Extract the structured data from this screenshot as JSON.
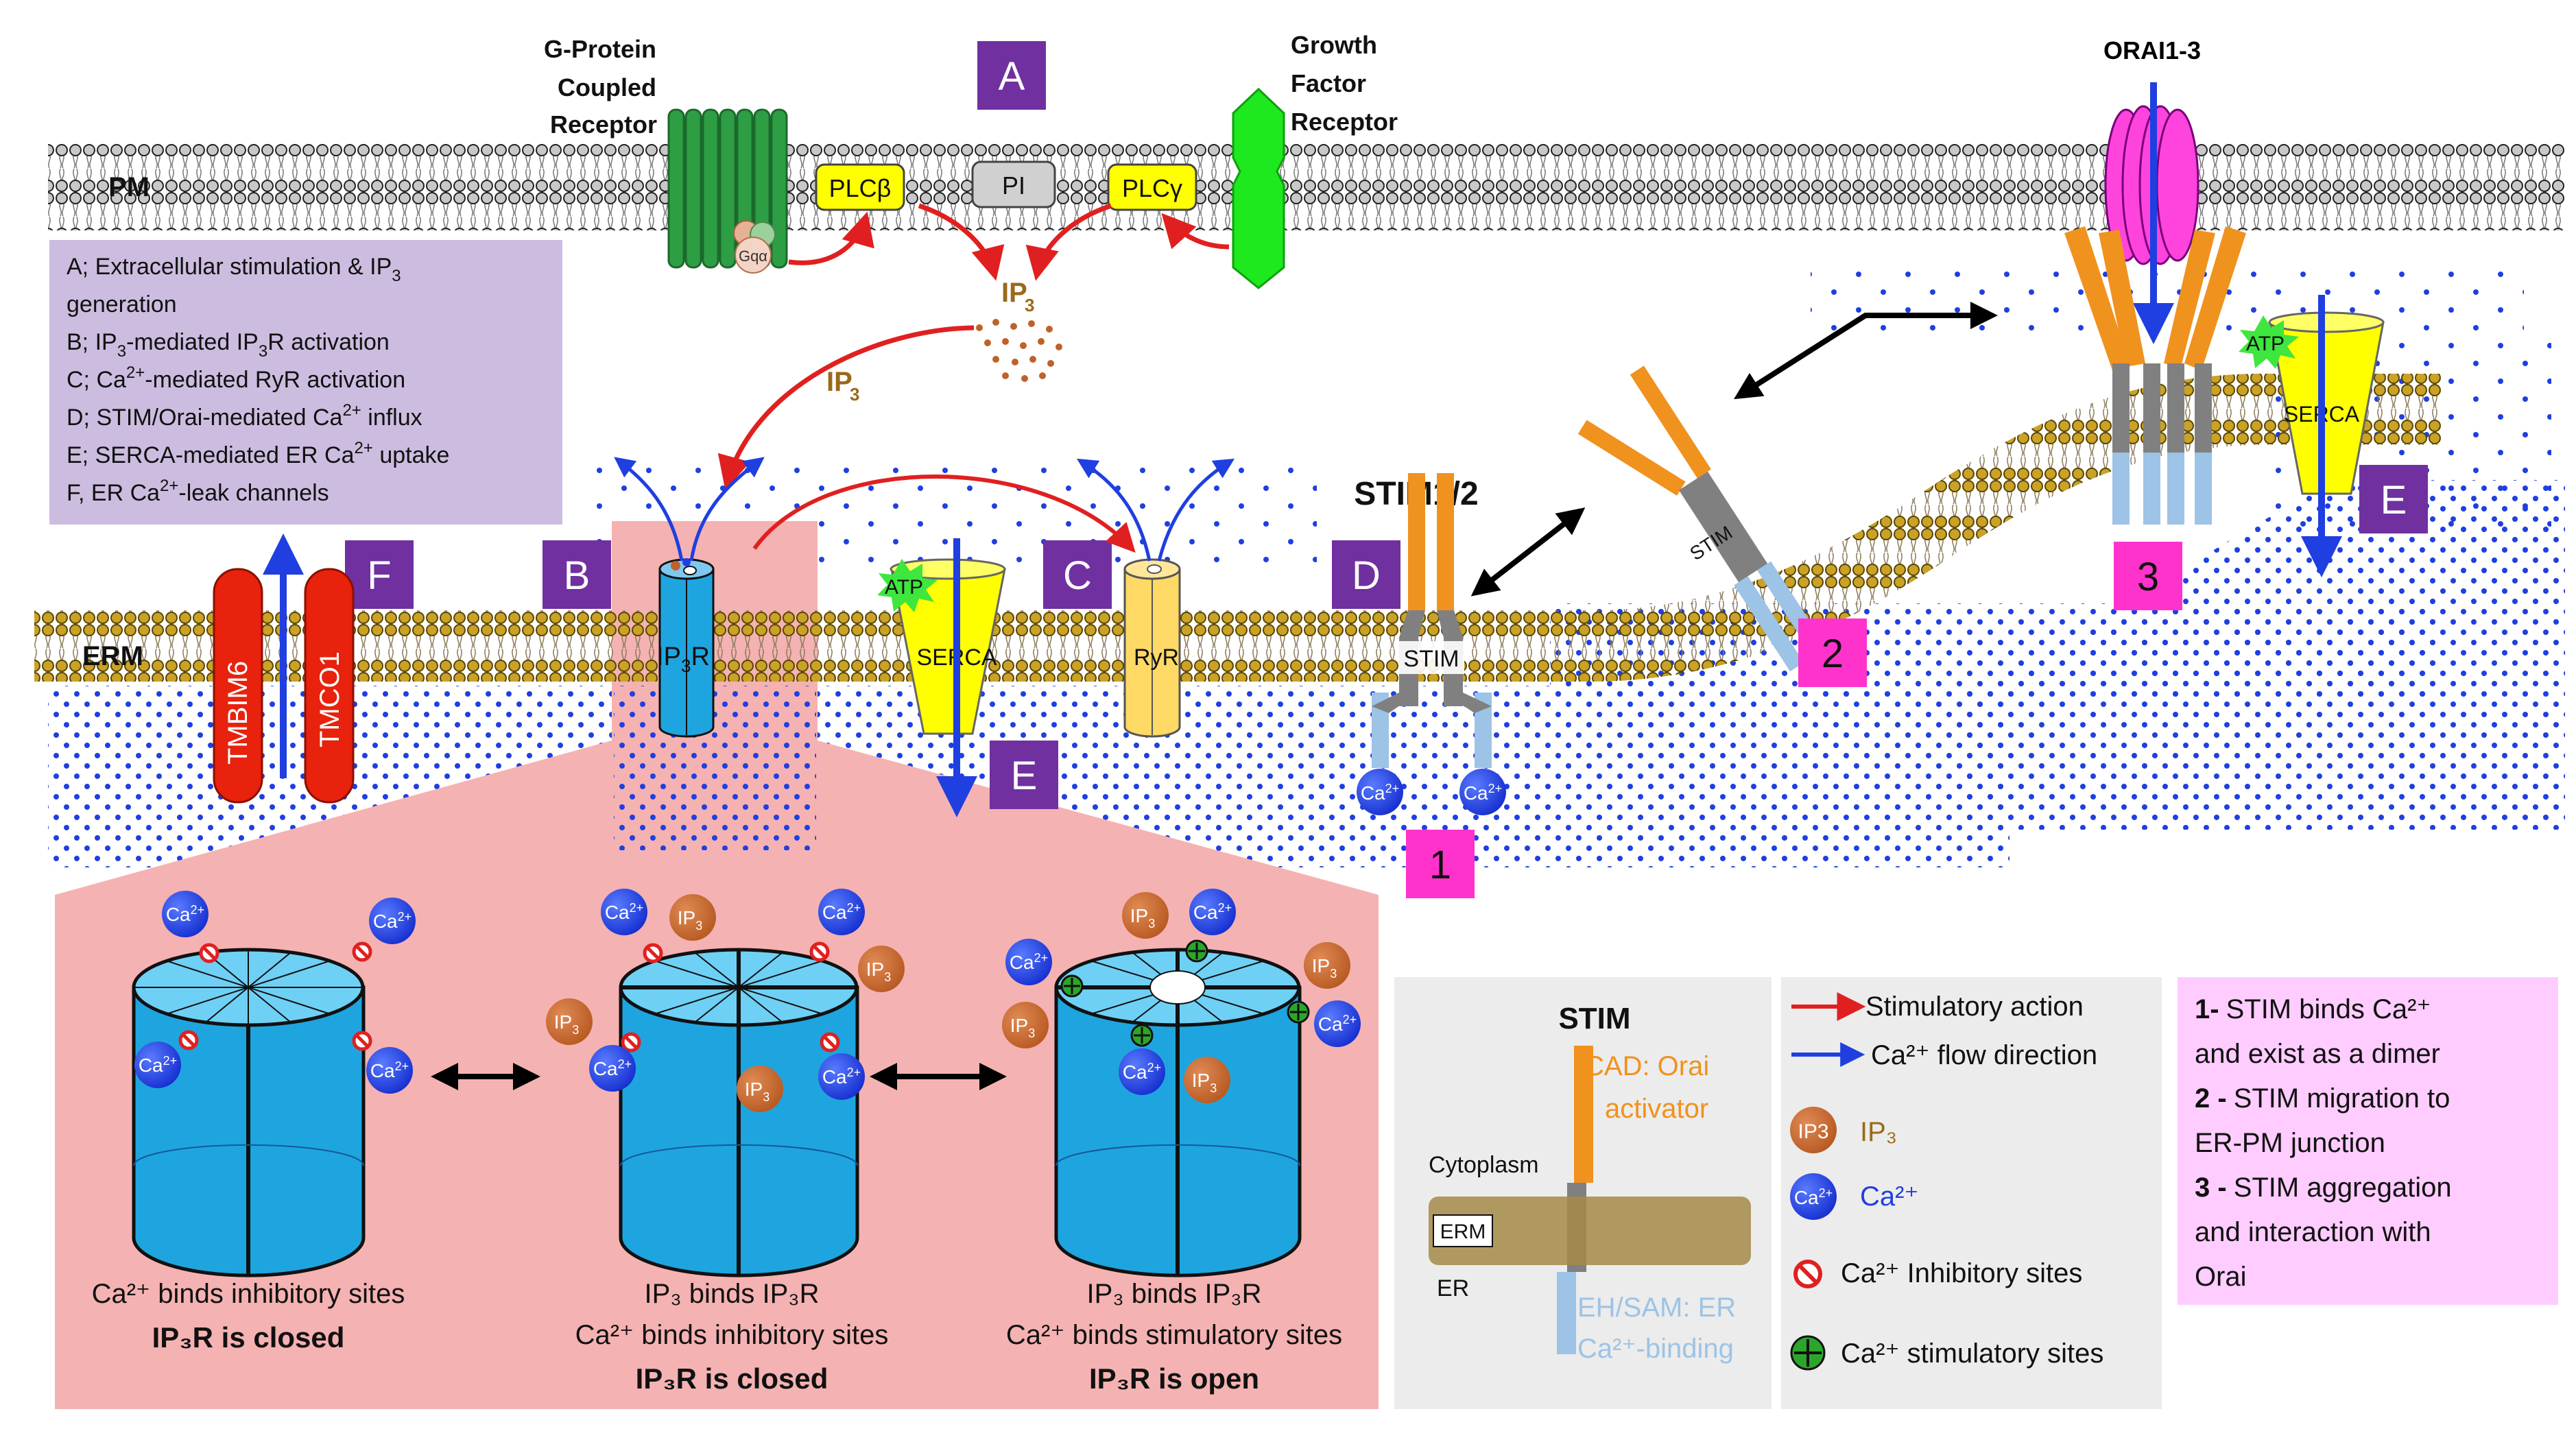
{
  "labels": {
    "gpcr": [
      "G-Protein",
      "Coupled",
      "Receptor"
    ],
    "gfr": [
      "Growth",
      "Factor",
      "Receptor"
    ],
    "orai": "ORAI1-3",
    "stim12": "STIM1/2",
    "pm": "PM",
    "erm": "ERM",
    "plcb": "PLCβ",
    "plcg": "PLCγ",
    "pi": "PI",
    "galpha": "Gqα",
    "ip3": "IP",
    "ip3_sub": "3",
    "ip3r": "IP",
    "ip3r_sub": "3",
    "ip3r_tail": "R",
    "ryr": "RyR",
    "serca": "SERCA",
    "atp": "ATP",
    "stim": "STIM",
    "tmbim6": "TMBIM6",
    "tmco1": "TMCO1",
    "ca": "Ca",
    "ca_sup": "2+"
  },
  "letters": {
    "A": "A",
    "B": "B",
    "C": "C",
    "D": "D",
    "E": "E",
    "F": "F"
  },
  "numbers": {
    "n1": "1",
    "n2": "2",
    "n3": "3"
  },
  "legend_box": {
    "lines": [
      [
        "A; Extracellular stimulation & IP",
        "3",
        ""
      ],
      [
        "generation",
        "",
        ""
      ],
      [
        "B; IP",
        "3",
        "-mediated IP",
        "3",
        "R activation"
      ],
      [
        "C; Ca",
        "2+",
        "-mediated RyR activation"
      ],
      [
        "D; STIM/Orai-mediated Ca",
        "2+",
        " influx"
      ],
      [
        "E; SERCA-mediated ER Ca",
        "2+",
        " uptake"
      ],
      [
        "F, ER Ca",
        "2+",
        "-leak channels"
      ]
    ]
  },
  "states": [
    {
      "line1": "Ca²⁺ binds inhibitory sites",
      "line2": "",
      "bold": "IP₃R is closed"
    },
    {
      "line1": "IP₃ binds IP₃R",
      "line2": "Ca²⁺ binds inhibitory sites",
      "bold": "IP₃R is closed"
    },
    {
      "line1": "IP₃ binds IP₃R",
      "line2": "Ca²⁺ binds stimulatory sites",
      "bold": "IP₃R is open"
    }
  ],
  "stim_legend": {
    "title": "STIM",
    "cad": [
      "CAD: Orai",
      "activator"
    ],
    "cytoplasm": "Cytoplasm",
    "erm": "ERM",
    "er": "ER",
    "eh": [
      "EH/SAM: ER",
      "Ca²⁺-binding"
    ]
  },
  "symbol_legend": {
    "stim_action": "Stimulatory action",
    "ca_flow": "Ca²⁺ flow direction",
    "ip3_badge": "IP3",
    "ip3_text": "IP₃",
    "ca_text": "Ca²⁺",
    "inhibitory": "Ca²⁺ Inhibitory sites",
    "stimulatory": "Ca²⁺ stimulatory sites"
  },
  "stim_steps": [
    {
      "num": "1-",
      "text": [
        "STIM binds Ca²⁺",
        "and exist as a dimer"
      ]
    },
    {
      "num": "2 -",
      "text": [
        "STIM migration to",
        "ER-PM junction"
      ]
    },
    {
      "num": "3 -",
      "text": [
        "STIM aggregation",
        "and interaction with",
        "Orai"
      ]
    }
  ],
  "colors": {
    "membrane_head": "#c7a02a",
    "ca_blue": "#1f3fe0",
    "ip3_orange": "#c0612b",
    "stim_orange": "#f0921e",
    "stim_blue": "#9dc3e6",
    "purple_box": "#7030a0",
    "magenta_box": "#ff33cc",
    "legend_purple": "#ccbde0",
    "pink_panel": "#f5b2b2",
    "gray_panel": "#ececec",
    "pink_legend": "#ffccff",
    "channel_cyan": "#1ea5e0",
    "serca_yellow": "#ffff00",
    "ryr_yellow": "#ffd966",
    "red": "#e02020",
    "green": "#2ba62b"
  }
}
